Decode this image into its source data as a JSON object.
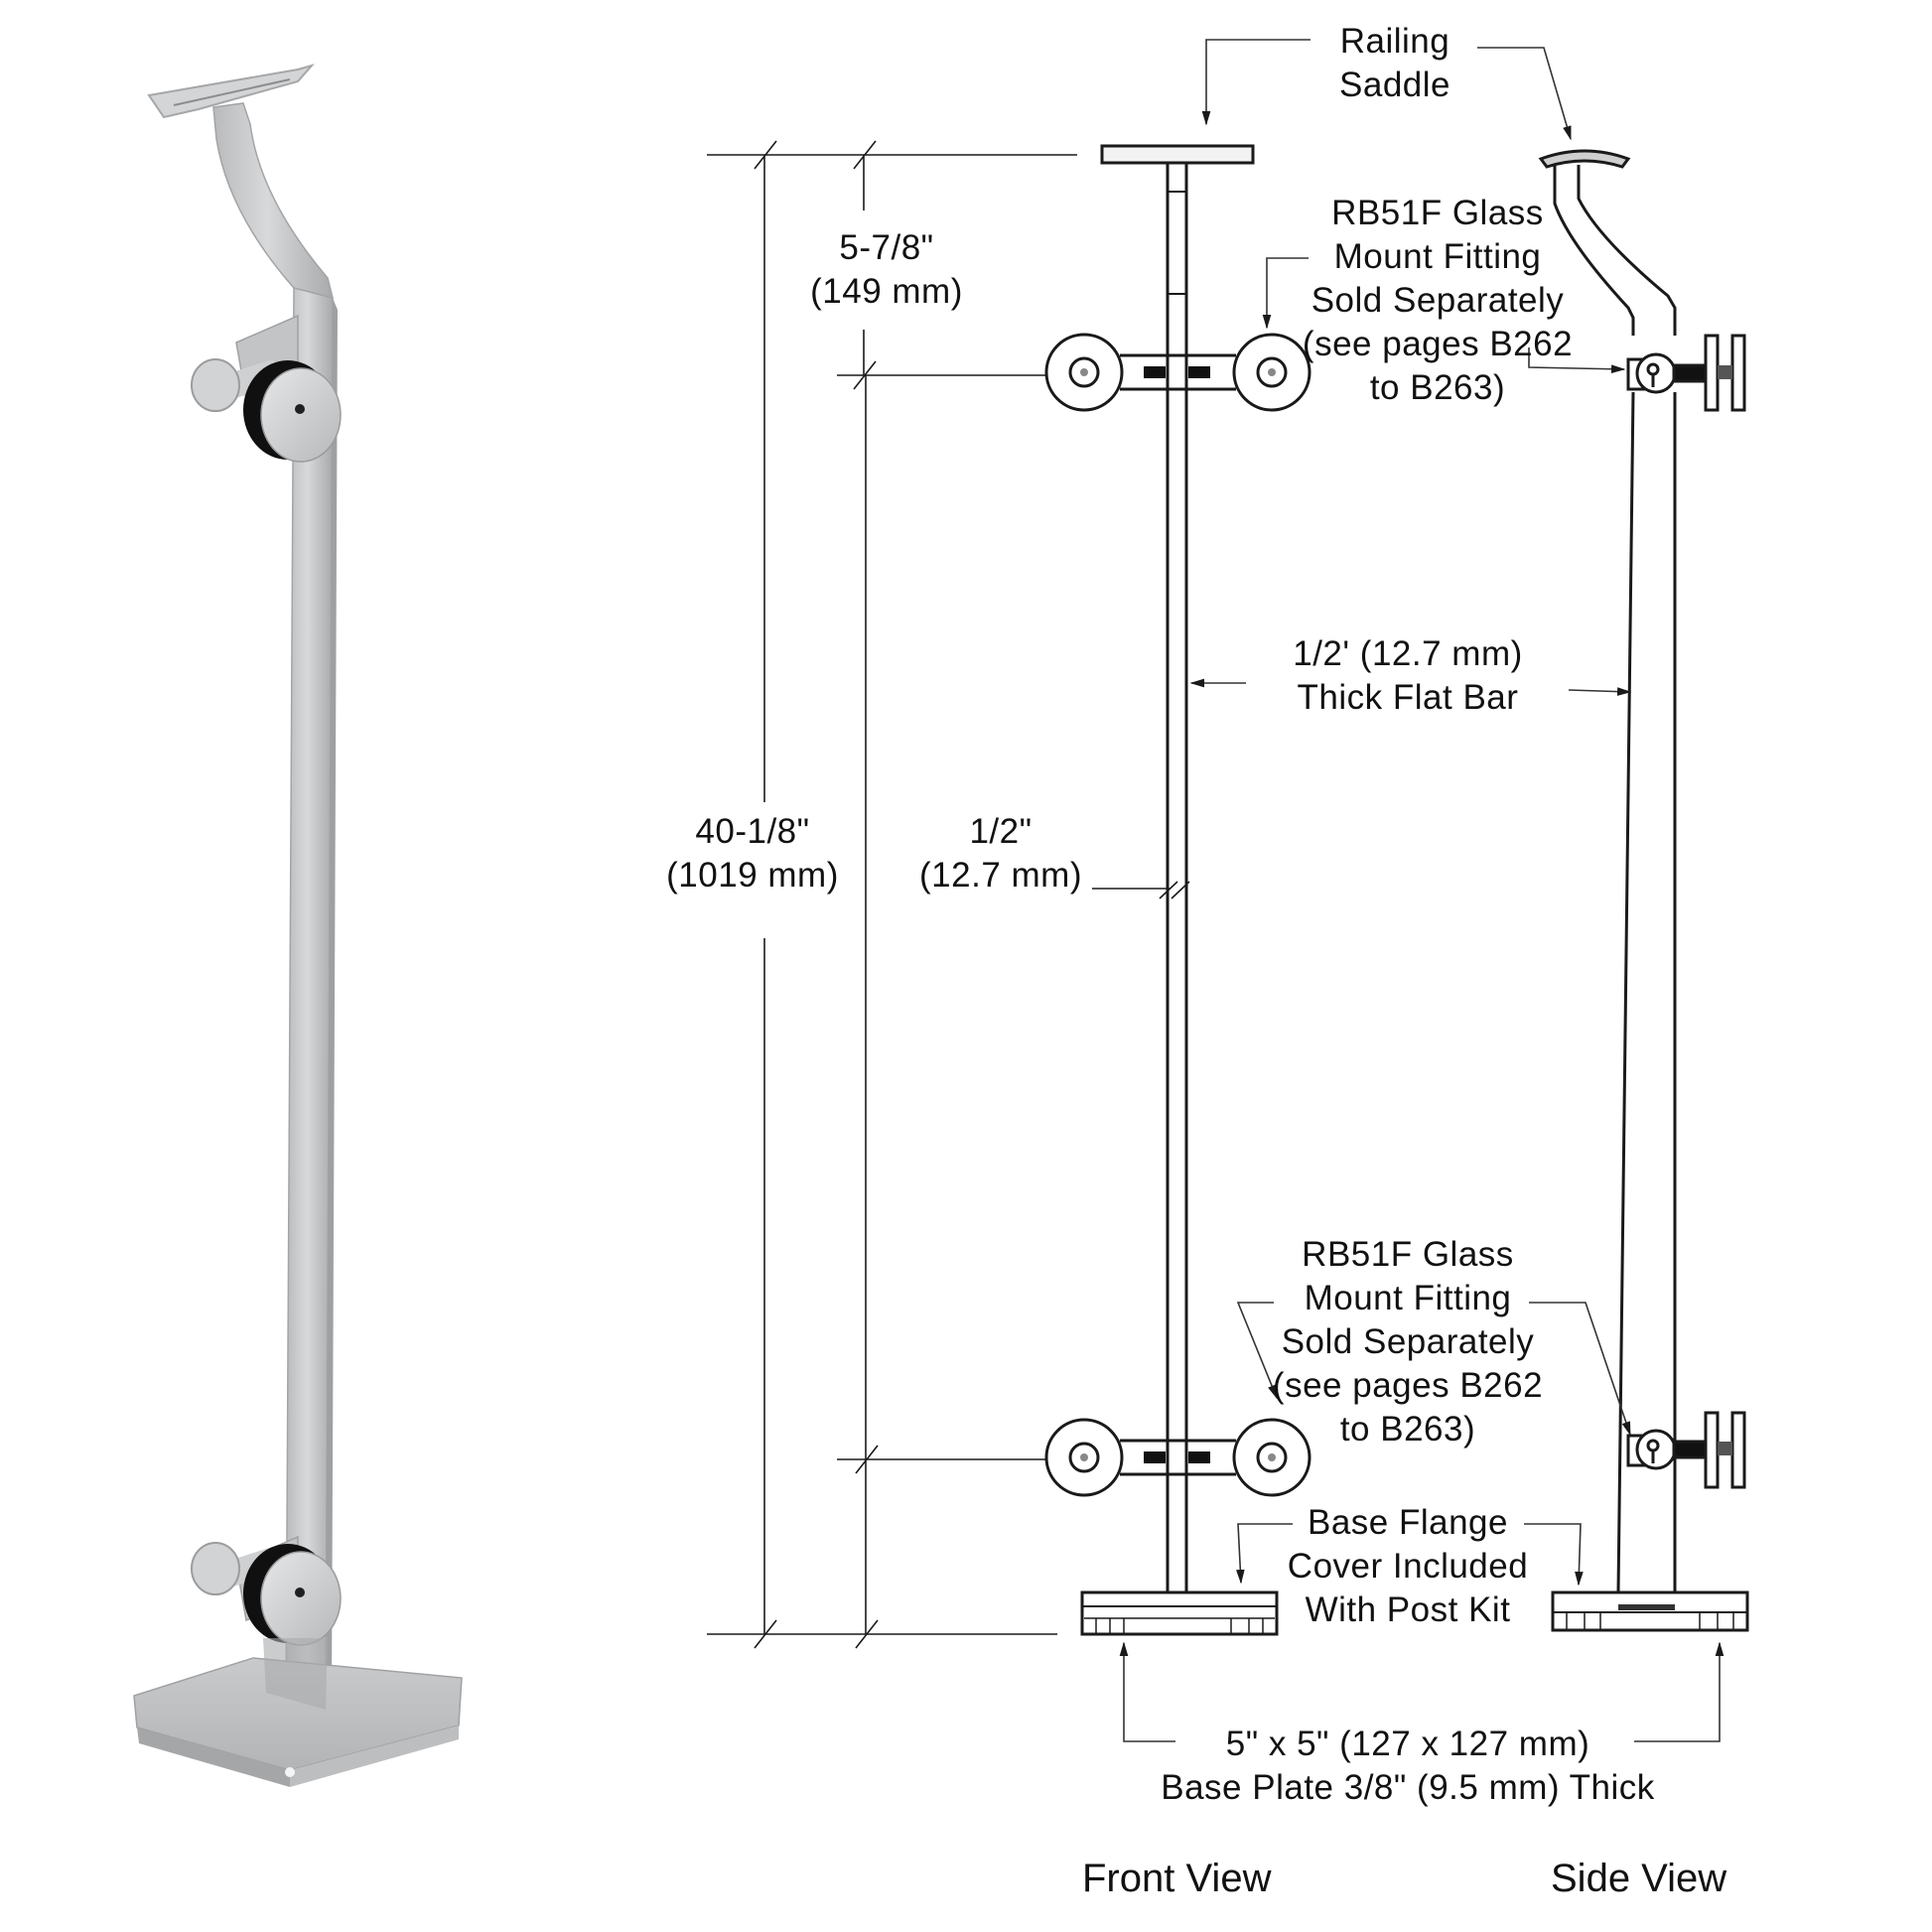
{
  "diagram": {
    "type": "technical-drawing",
    "subject": "Glass railing post with railing saddle and glass mount fittings",
    "views": {
      "front_label": "Front View",
      "side_label": "Side View"
    },
    "callouts": {
      "railing_saddle": [
        "Railing",
        "Saddle"
      ],
      "glass_fitting_top": [
        "RB51F Glass",
        "Mount Fitting",
        "Sold Separately",
        "(see pages B262",
        "to B263)"
      ],
      "glass_fitting_bottom": [
        "RB51F Glass",
        "Mount Fitting",
        "Sold Separately",
        "(see pages B262",
        "to B263)"
      ],
      "flat_bar": [
        "1/2' (12.7 mm)",
        "Thick Flat Bar"
      ],
      "base_flange": [
        "Base Flange",
        "Cover Included",
        "With Post Kit"
      ],
      "base_plate": [
        "5\" x 5\" (127 x 127 mm)",
        "Base Plate 3/8\" (9.5 mm) Thick"
      ]
    },
    "dimensions": {
      "top_offset": [
        "5-7/8\"",
        "(149 mm)"
      ],
      "overall_height": [
        "40-1/8\"",
        "(1019 mm)"
      ],
      "bar_width": [
        "1/2\"",
        "(12.7 mm)"
      ]
    },
    "colors": {
      "line": "#1a1a1a",
      "leader": "#333333",
      "metal_light": "#d9dadb",
      "metal_mid": "#bcbdbf",
      "metal_dark": "#8e8f91",
      "gasket": "#111111",
      "background": "#ffffff"
    }
  }
}
